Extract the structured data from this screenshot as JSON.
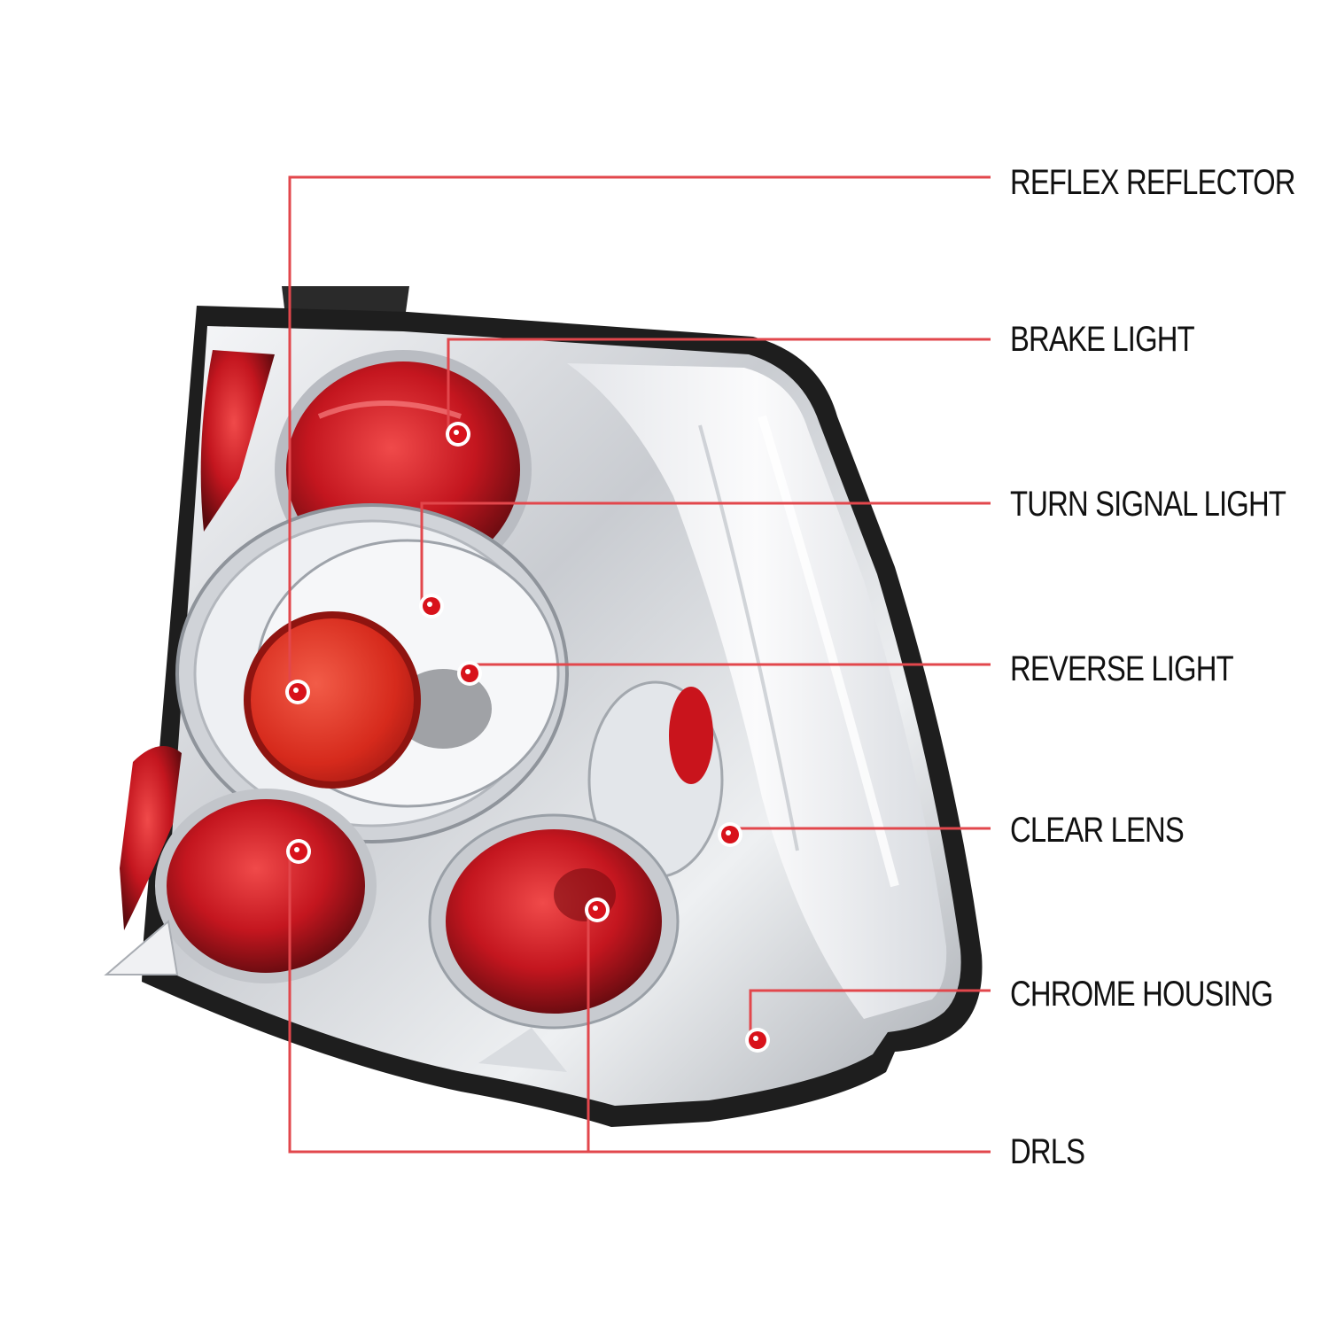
{
  "colors": {
    "leader": "#e2474c",
    "dot": "#d8121b",
    "label": "#111111",
    "lens_red": "#c4161f",
    "chrome": "#d6d8dc",
    "frame": "#1e1e1e"
  },
  "callouts": [
    {
      "id": "reflex-reflector",
      "label": "REFLEX REFLECTOR"
    },
    {
      "id": "brake-light",
      "label": "BRAKE LIGHT"
    },
    {
      "id": "turn-signal-light",
      "label": "TURN SIGNAL LIGHT"
    },
    {
      "id": "reverse-light",
      "label": "REVERSE LIGHT"
    },
    {
      "id": "clear-lens",
      "label": "CLEAR LENS"
    },
    {
      "id": "chrome-housing",
      "label": "CHROME HOUSING"
    },
    {
      "id": "drls",
      "label": "DRLS"
    }
  ]
}
